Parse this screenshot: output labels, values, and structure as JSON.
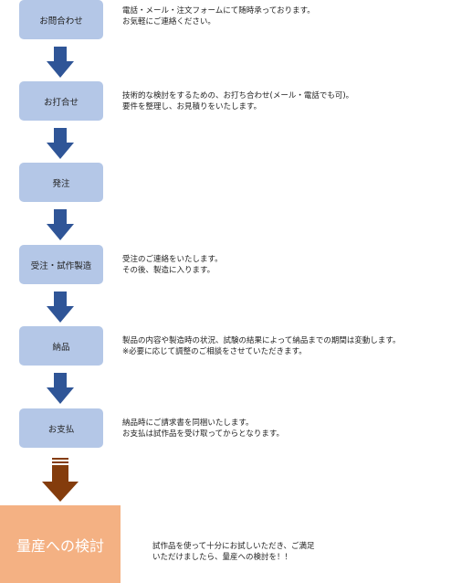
{
  "colors": {
    "step_box": "#b4c7e7",
    "arrow": "#2f5597",
    "final_box": "#f4b183",
    "final_arrow": "#843c0c"
  },
  "steps": [
    {
      "label": "お問合わせ",
      "lines": [
        "電話・メール・注文フォームにて随時承っております。",
        "お気軽にご連絡ください。"
      ]
    },
    {
      "label": "お打合せ",
      "lines": [
        "技術的な検討をするための、お打ち合わせ(メール・電話でも可)。",
        "要件を整理し、お見積りをいたします。"
      ]
    },
    {
      "label": "発注",
      "lines": []
    },
    {
      "label": "受注・試作製造",
      "lines": [
        "受注のご連絡をいたします。",
        "その後、製造に入ります。"
      ]
    },
    {
      "label": "納品",
      "lines": [
        "製品の内容や製造時の状況、試験の結果によって納品までの期間は変動します。",
        "※必要に応じて調整のご相談をさせていただきます。"
      ]
    },
    {
      "label": "お支払",
      "lines": [
        "納品時にご請求書を同梱いたします。",
        "お支払は試作品を受け取ってからとなります。"
      ]
    }
  ],
  "final": {
    "label": "量産への検討",
    "lines": [
      "試作品を使って十分にお試しいただき、ご満足",
      "いただけましたら、量産への検討を！！"
    ]
  }
}
